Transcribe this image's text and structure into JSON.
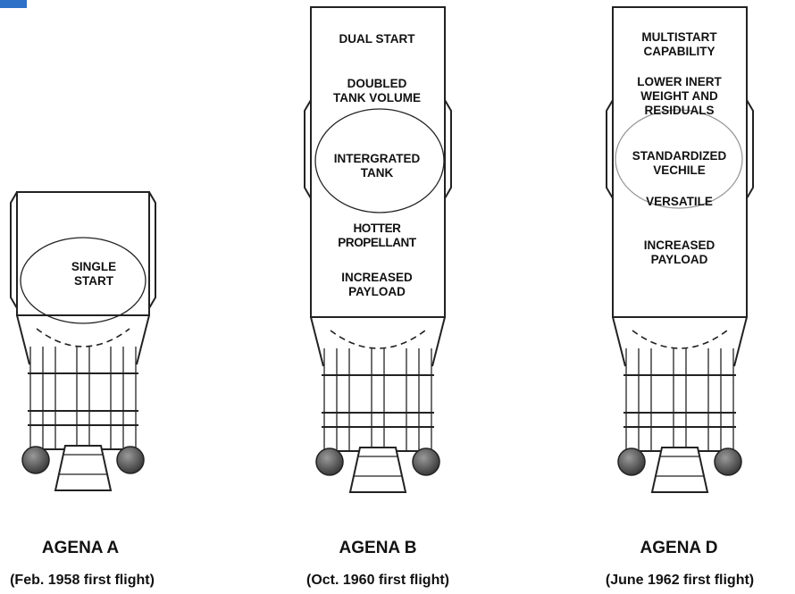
{
  "vehicles": [
    {
      "name": "AGENA A",
      "first_flight": "(Feb. 1958 first flight)",
      "labels": [
        "SINGLE\nSTART"
      ]
    },
    {
      "name": "AGENA B",
      "first_flight": "(Oct. 1960 first flight)",
      "labels": [
        "DUAL START",
        "DOUBLED\nTANK VOLUME",
        "INTERGRATED\nTANK",
        "HOTTER\nPROPELLANT",
        "INCREASED\nPAYLOAD"
      ]
    },
    {
      "name": "AGENA D",
      "first_flight": "(June 1962 first flight)",
      "labels": [
        "MULTISTART\nCAPABILITY",
        "LOWER INERT\nWEIGHT AND\nRESIDUALS",
        "STANDARDIZED\nVECHILE",
        "VERSATILE",
        "INCREASED\nPAYLOAD"
      ]
    }
  ],
  "colors": {
    "corner_tab": "#2e6fc8",
    "line": "#222222",
    "nozzle_ball": "#555555"
  }
}
